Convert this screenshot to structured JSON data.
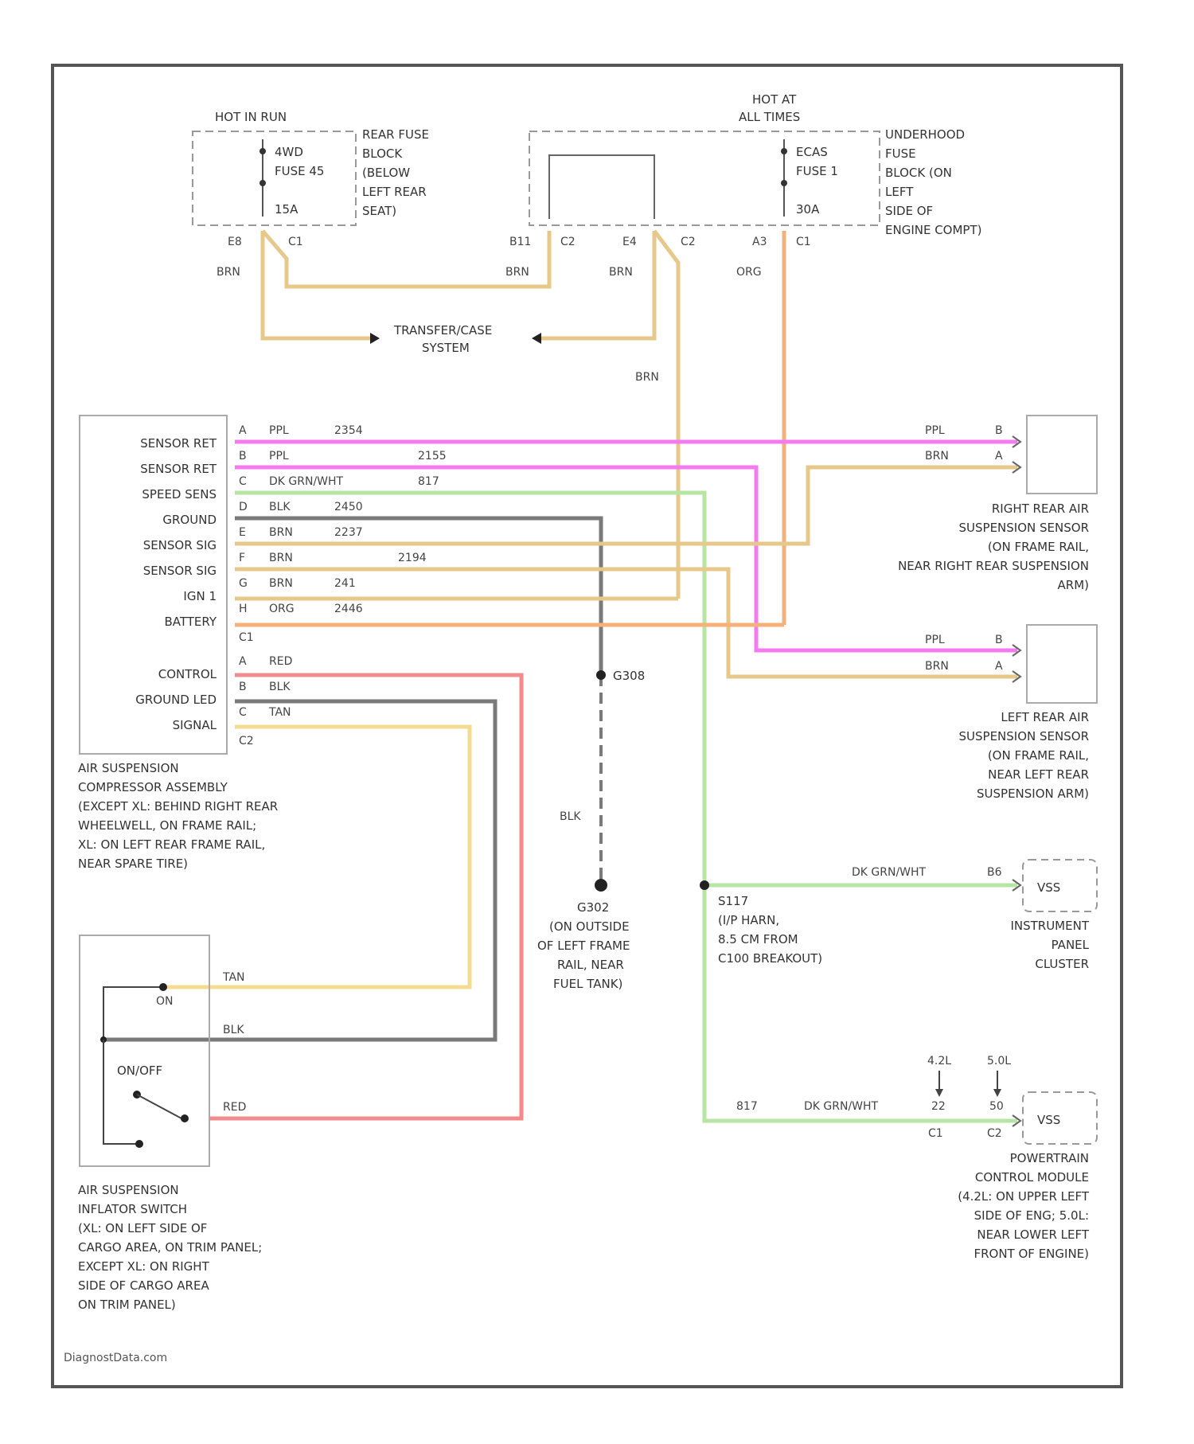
{
  "fuse_rear": {
    "header": "HOT IN RUN",
    "line1": "4WD",
    "line2": "FUSE 45",
    "line3": "15A",
    "desc": [
      "REAR FUSE",
      "BLOCK",
      "(BELOW",
      "LEFT REAR",
      "SEAT)"
    ],
    "pin": "E8",
    "conn": "C1"
  },
  "fuse_under": {
    "header": [
      "HOT AT",
      "ALL TIMES"
    ],
    "line1": "ECAS",
    "line2": "FUSE 1",
    "line3": "30A",
    "desc": [
      "UNDERHOOD",
      "FUSE",
      "BLOCK (ON",
      "LEFT",
      "SIDE OF",
      "ENGINE COMPT)"
    ],
    "pins": [
      {
        "pin": "B11",
        "conn": "C2"
      },
      {
        "pin": "E4",
        "conn": "C2"
      },
      {
        "pin": "A3",
        "conn": "C1"
      }
    ]
  },
  "wire_colors_top": {
    "left": "BRN",
    "mid": "BRN",
    "right1": "BRN",
    "right2": "ORG",
    "down": "BRN"
  },
  "transfer_case": [
    "TRANSFER/CASE",
    "SYSTEM"
  ],
  "compressor": {
    "pins": [
      {
        "name": "SENSOR RET",
        "pin": "A",
        "color": "PPL",
        "circuit": "2354"
      },
      {
        "name": "SENSOR RET",
        "pin": "B",
        "color": "PPL",
        "circuit": "2155"
      },
      {
        "name": "SPEED SENS",
        "pin": "C",
        "color": "DK GRN/WHT",
        "circuit": "817"
      },
      {
        "name": "GROUND",
        "pin": "D",
        "color": "BLK",
        "circuit": "2450"
      },
      {
        "name": "SENSOR SIG",
        "pin": "E",
        "color": "BRN",
        "circuit": "2237"
      },
      {
        "name": "SENSOR SIG",
        "pin": "F",
        "color": "BRN",
        "circuit": "2194"
      },
      {
        "name": "IGN 1",
        "pin": "G",
        "color": "BRN",
        "circuit": "241"
      },
      {
        "name": "BATTERY",
        "pin": "H",
        "color": "ORG",
        "circuit": "2446"
      }
    ],
    "conn1": "C1",
    "pins2": [
      {
        "name": "CONTROL",
        "pin": "A",
        "color": "RED"
      },
      {
        "name": "GROUND LED",
        "pin": "B",
        "color": "BLK"
      },
      {
        "name": "SIGNAL",
        "pin": "C",
        "color": "TAN"
      }
    ],
    "conn2": "C2",
    "desc": [
      "AIR SUSPENSION",
      "COMPRESSOR ASSEMBLY",
      "(EXCEPT XL: BEHIND RIGHT REAR",
      "WHEELWELL, ON FRAME RAIL;",
      "XL: ON LEFT REAR FRAME RAIL,",
      "NEAR SPARE TIRE)"
    ]
  },
  "right_sensor": {
    "pins": [
      {
        "color": "PPL",
        "pin": "B"
      },
      {
        "color": "BRN",
        "pin": "A"
      }
    ],
    "desc": [
      "RIGHT REAR AIR",
      "SUSPENSION SENSOR",
      "(ON FRAME RAIL,",
      "NEAR RIGHT REAR SUSPENSION",
      "ARM)"
    ]
  },
  "left_sensor": {
    "pins": [
      {
        "color": "PPL",
        "pin": "B"
      },
      {
        "color": "BRN",
        "pin": "A"
      }
    ],
    "desc": [
      "LEFT REAR AIR",
      "SUSPENSION SENSOR",
      "(ON FRAME RAIL,",
      "NEAR LEFT REAR",
      "SUSPENSION ARM)"
    ]
  },
  "ground_splice": {
    "label": "G308",
    "wire": "BLK"
  },
  "ground_point": {
    "desc": [
      "G302",
      "(ON OUTSIDE",
      "OF LEFT FRAME",
      "RAIL, NEAR",
      "FUEL TANK)"
    ]
  },
  "splice_s": {
    "desc": [
      "S117",
      "(I/P HARN,",
      "8.5 CM FROM",
      "C100 BREAKOUT)"
    ]
  },
  "ipc": {
    "wire": "DK GRN/WHT",
    "pin": "B6",
    "box": "VSS",
    "desc": [
      "INSTRUMENT",
      "PANEL",
      "CLUSTER"
    ]
  },
  "pcm": {
    "circuit": "817",
    "wire": "DK GRN/WHT",
    "variants": [
      {
        "label": "4.2L",
        "pin": "22",
        "conn": "C1"
      },
      {
        "label": "5.0L",
        "pin": "50",
        "conn": "C2"
      }
    ],
    "box": "VSS",
    "desc": [
      "POWERTRAIN",
      "CONTROL MODULE",
      "(4.2L: ON UPPER LEFT",
      "SIDE OF ENG; 5.0L:",
      "NEAR LOWER LEFT",
      "FRONT OF ENGINE)"
    ]
  },
  "switch": {
    "on": "ON",
    "wires": [
      "TAN",
      "BLK",
      "RED"
    ],
    "state": "ON/OFF",
    "desc": [
      "AIR SUSPENSION",
      "INFLATOR SWITCH",
      "(XL: ON LEFT SIDE OF",
      "CARGO AREA, ON TRIM PANEL;",
      "EXCEPT XL: ON RIGHT",
      "SIDE OF CARGO AREA",
      "ON TRIM PANEL)"
    ]
  },
  "footer": "DiagnostData.com",
  "colors": {
    "brown": "#e5c88a",
    "orange": "#f6b17a",
    "purple": "#f57af0",
    "green": "#b7e6a4",
    "black": "#7a7a7a",
    "red": "#f28b8b",
    "tan": "#f3dc91"
  }
}
